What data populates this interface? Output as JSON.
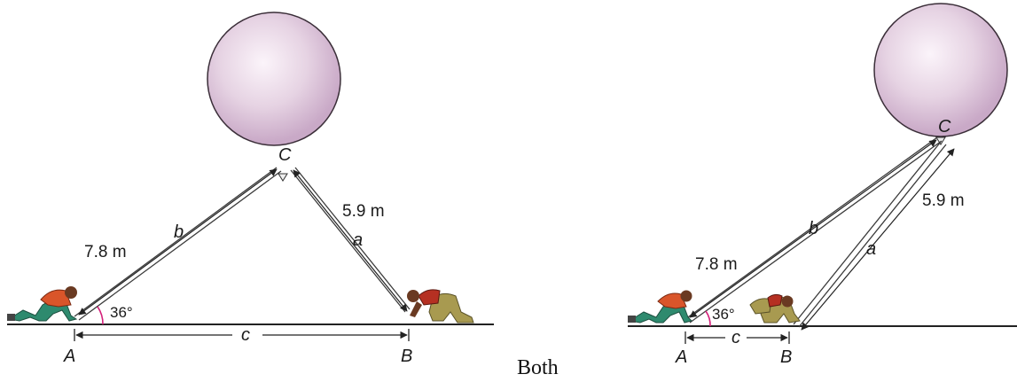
{
  "footer_text": "Both",
  "diagrams": [
    {
      "id": "left",
      "point_a": "A",
      "point_b": "B",
      "point_c": "C",
      "angle_a": "36°",
      "side_b_value": "7.8 m",
      "side_b_name": "b",
      "side_a_value": "5.9 m",
      "side_a_name": "a",
      "side_c_name": "c"
    },
    {
      "id": "right",
      "point_a": "A",
      "point_b": "B",
      "point_c": "C",
      "angle_a": "36°",
      "side_b_value": "7.8 m",
      "side_b_name": "b",
      "side_a_value": "5.9 m",
      "side_a_name": "a",
      "side_c_name": "c"
    }
  ],
  "colors": {
    "balloon_center": "#f8eef6",
    "balloon_edge": "#cbaecb",
    "balloon_outline": "#3a2e38",
    "angle_arc": "#d4207a",
    "rope": "#3a3a3a",
    "ground": "#222222",
    "person_green": "#2e8a6e",
    "person_orange": "#d9552a",
    "person_olive": "#a89a50",
    "person_red": "#b53022",
    "skin": "#6a3a22"
  }
}
